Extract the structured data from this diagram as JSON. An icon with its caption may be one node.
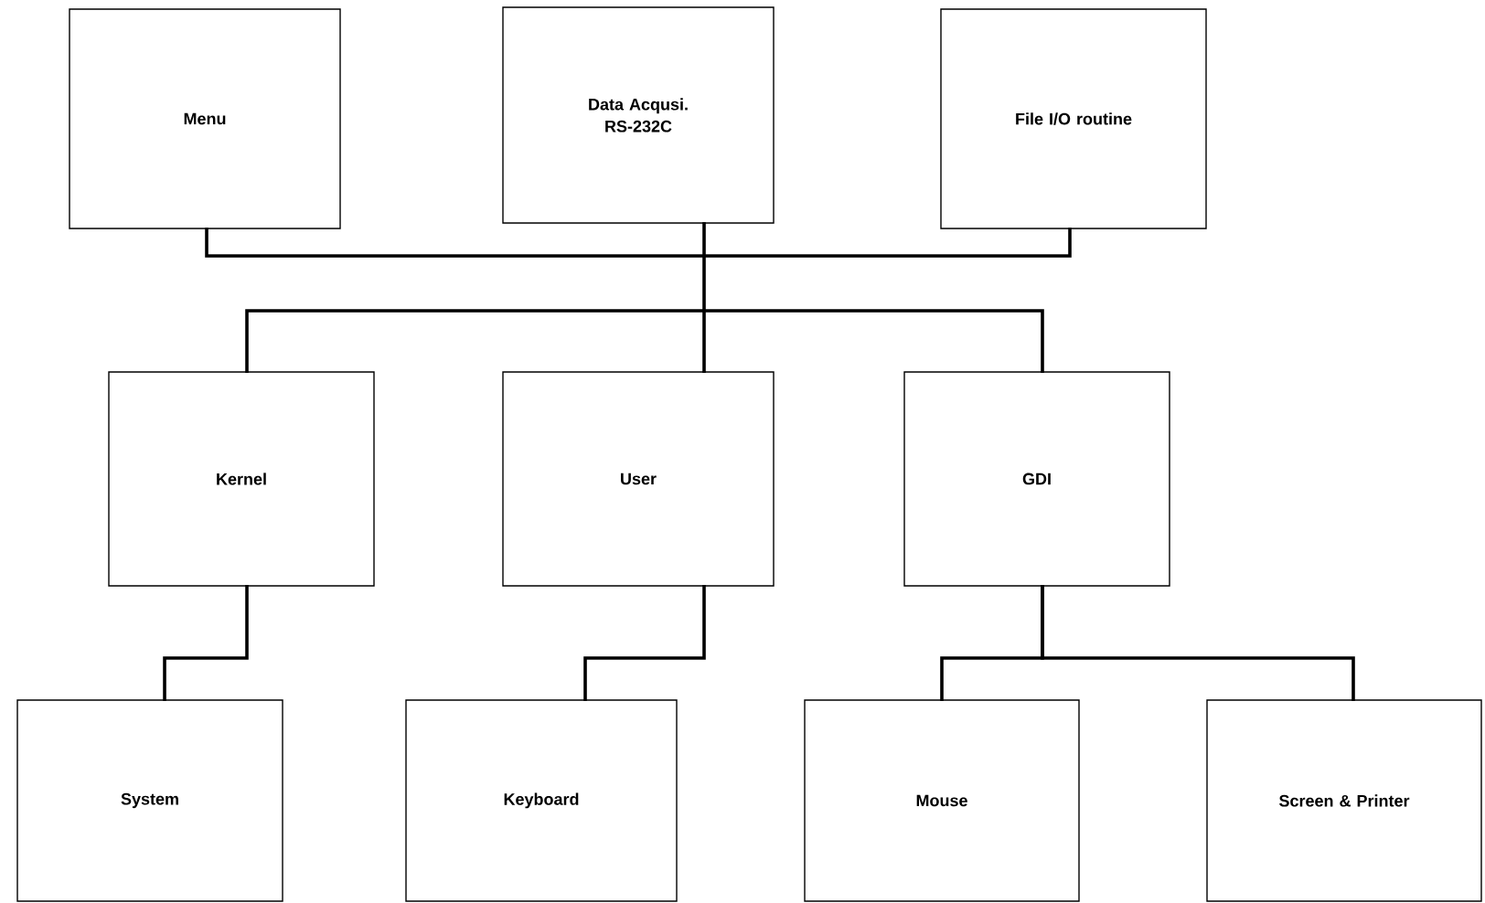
{
  "diagram": {
    "nodes": [
      {
        "text": [
          "Menu"
        ]
      },
      {
        "text": [
          "Data Acqusi. RS-232C"
        ]
      },
      {
        "text": [
          "File I/O routine"
        ]
      },
      {
        "text": [
          "Kernel"
        ]
      },
      {
        "text": [
          "User"
        ]
      },
      {
        "text": [
          "GDI"
        ]
      },
      {
        "text": [
          "System"
        ]
      },
      {
        "text": [
          "Keyboard"
        ]
      },
      {
        "text": [
          "Mouse"
        ]
      },
      {
        "text": [
          "Screen & Printer"
        ]
      }
    ],
    "edges": [
      {
        "from": 0,
        "to": 3,
        "arrow": "none"
      },
      {
        "from": 0,
        "to": 4,
        "arrow": "none"
      },
      {
        "from": 0,
        "to": 5,
        "arrow": "none"
      },
      {
        "from": 1,
        "to": 3,
        "arrow": "none"
      },
      {
        "from": 1,
        "to": 4,
        "arrow": "none"
      },
      {
        "from": 1,
        "to": 5,
        "arrow": "none"
      },
      {
        "from": 2,
        "to": 3,
        "arrow": "none"
      },
      {
        "from": 2,
        "to": 4,
        "arrow": "none"
      },
      {
        "from": 2,
        "to": 5,
        "arrow": "none"
      },
      {
        "from": 3,
        "to": 6,
        "arrow": "none"
      },
      {
        "from": 4,
        "to": 7,
        "arrow": "none"
      },
      {
        "from": 5,
        "to": 8,
        "arrow": "none"
      },
      {
        "from": 5,
        "to": 9,
        "arrow": "none"
      }
    ]
  }
}
